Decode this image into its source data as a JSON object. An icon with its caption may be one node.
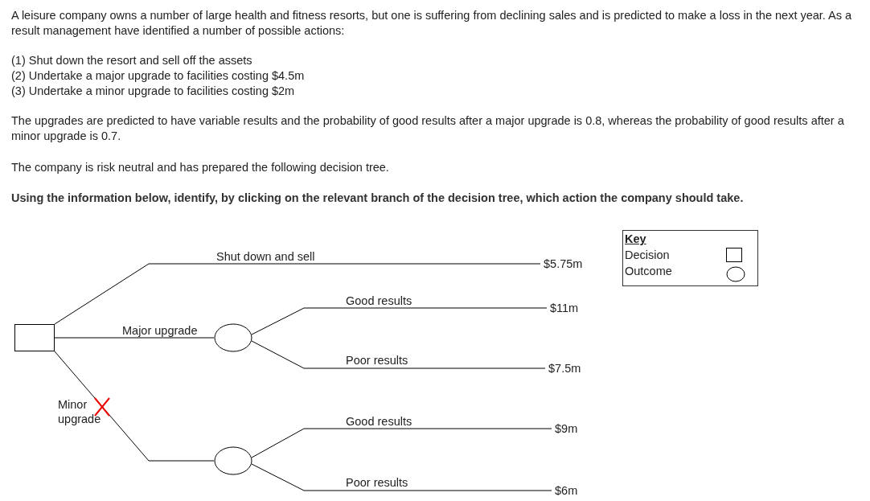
{
  "diagram": {
    "nodes": [
      {
        "text": [],
        "shape": "box"
      },
      {
        "text": [],
        "shape": "circle"
      },
      {
        "text": [],
        "shape": "circle"
      },
      {
        "text": [
          "$5.75m"
        ]
      },
      {
        "text": [
          "$11m"
        ]
      },
      {
        "text": [
          "$7.5m"
        ]
      },
      {
        "text": [
          "$9m"
        ]
      },
      {
        "text": [
          "$6m"
        ]
      }
    ],
    "edges": [
      {
        "from": 0,
        "to": 3,
        "arrow": "none",
        "label": "Shut down and sell"
      },
      {
        "from": 0,
        "to": 1,
        "arrow": "none",
        "label": "Major upgrade"
      },
      {
        "from": 0,
        "to": 2,
        "arrow": "none",
        "label": "Minor upgrade"
      },
      {
        "from": 1,
        "to": 4,
        "arrow": "none",
        "label": "Good results"
      },
      {
        "from": 1,
        "to": 5,
        "arrow": "none",
        "label": "Poor results"
      },
      {
        "from": 2,
        "to": 6,
        "arrow": "none",
        "label": "Good results"
      },
      {
        "from": 2,
        "to": 7,
        "arrow": "none",
        "label": "Poor results"
      }
    ],
    "labels": [
      "A leisure company owns a number of large health and fitness resorts, but one is suffering from declining sales and is predicted to make a loss in the next year. As a result management have identified a number of possible actions:",
      "(1) Shut down the resort and sell off the assets",
      "(2) Undertake a major upgrade to facilities costing $4.5m",
      "(3) Undertake a minor upgrade to facilities costing $2m",
      "The upgrades are predicted to have variable results and the probability of good results after a major upgrade is 0.8, whereas the probability of good results after a minor upgrade is 0.7.",
      "The company is risk neutral and has prepared the following decision tree.",
      "Using the information below, identify, by clicking on the relevant branch of the decision tree, which action the company should take.",
      "Key"
    ],
    "legend": [
      {
        "text": "Decision"
      },
      {
        "text": "Outcome"
      }
    ]
  }
}
